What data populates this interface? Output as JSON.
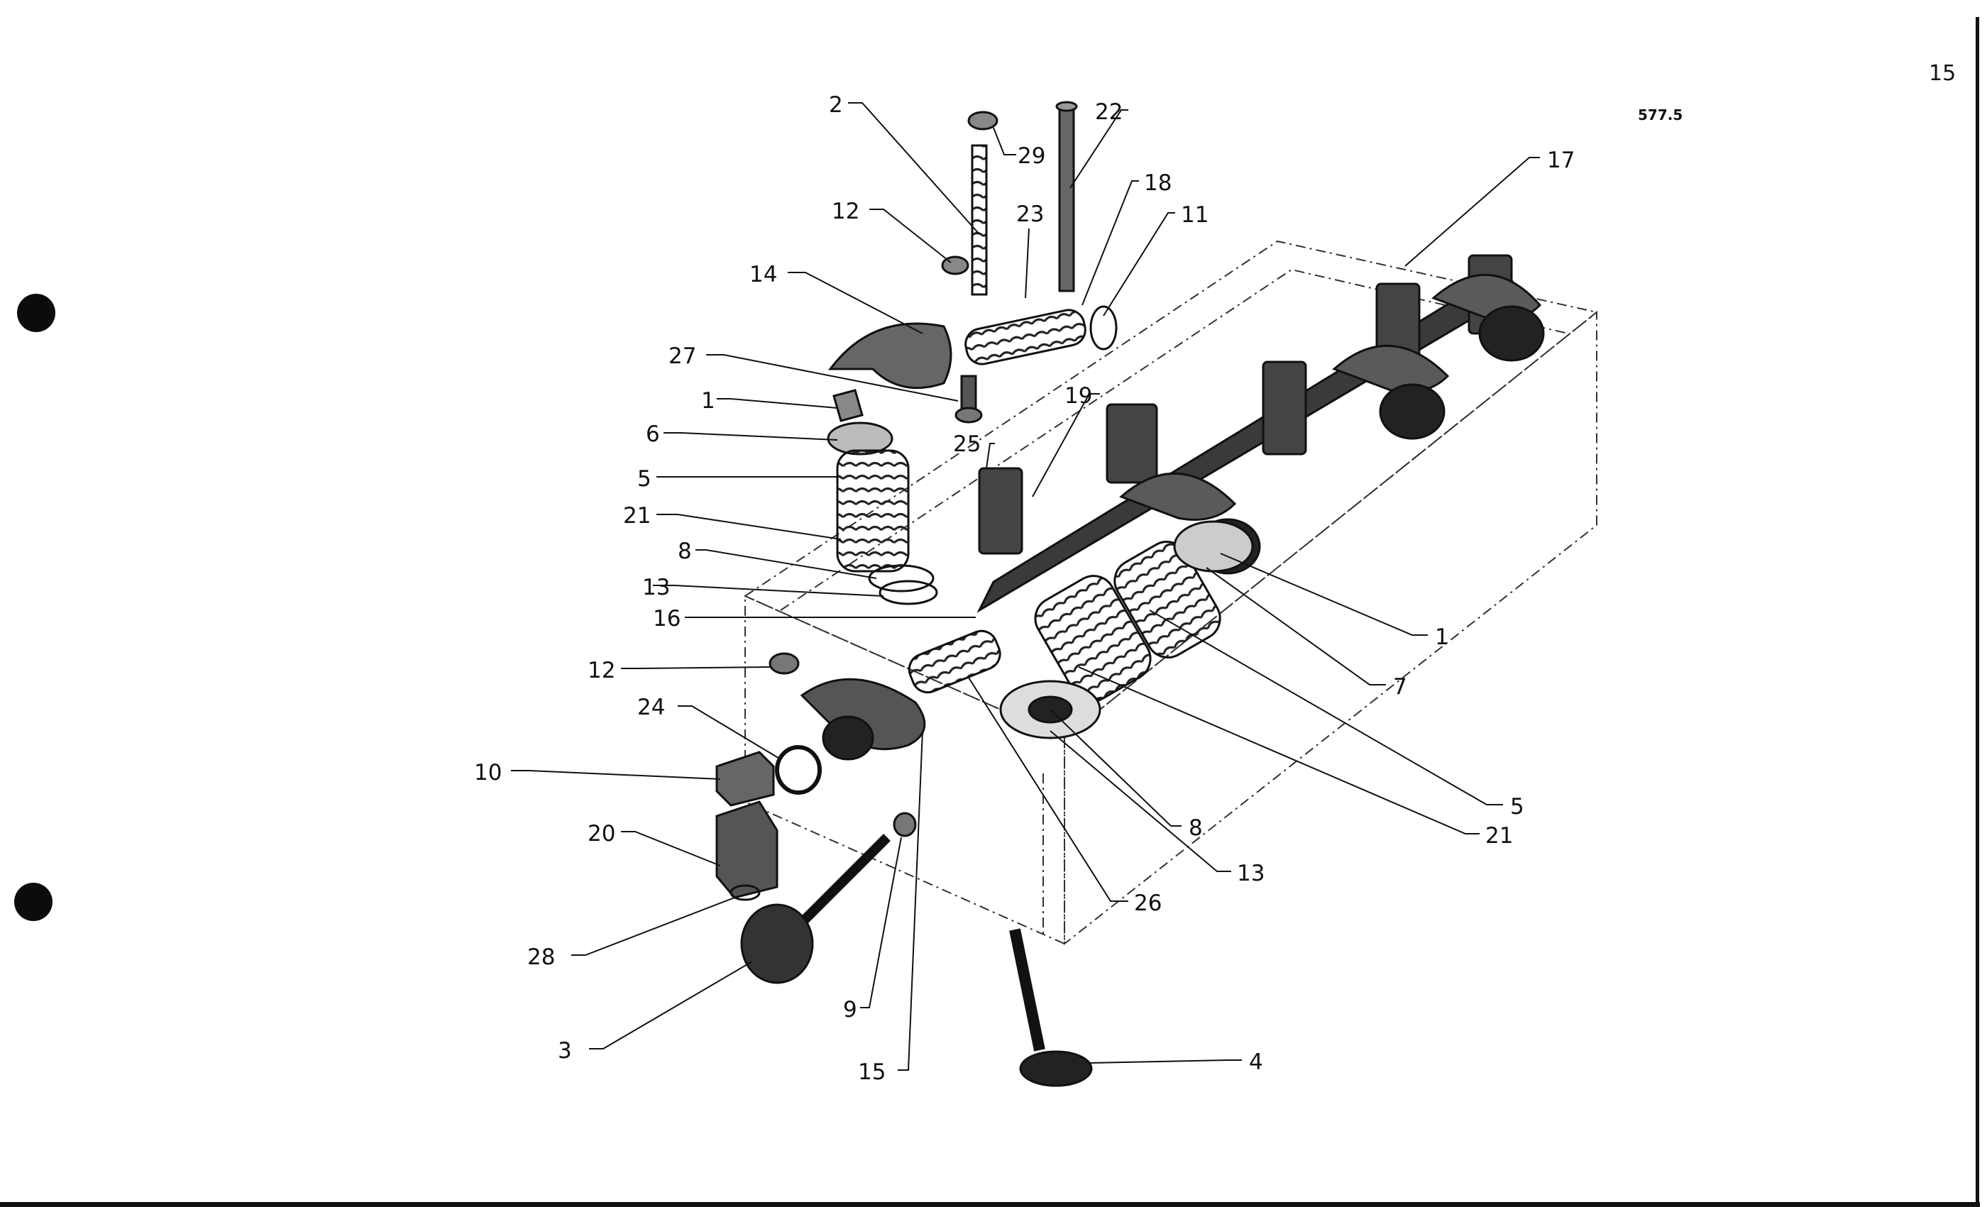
{
  "page": {
    "number": "15",
    "figure_code": "577.5"
  },
  "callouts": [
    {
      "id": "c2",
      "text": "2"
    },
    {
      "id": "c29",
      "text": "29"
    },
    {
      "id": "c22",
      "text": "22"
    },
    {
      "id": "c12a",
      "text": "12"
    },
    {
      "id": "c23",
      "text": "23"
    },
    {
      "id": "c18",
      "text": "18"
    },
    {
      "id": "c11",
      "text": "11"
    },
    {
      "id": "c17",
      "text": "17"
    },
    {
      "id": "c14",
      "text": "14"
    },
    {
      "id": "c27",
      "text": "27"
    },
    {
      "id": "c1a",
      "text": "1"
    },
    {
      "id": "c19",
      "text": "19"
    },
    {
      "id": "c6",
      "text": "6"
    },
    {
      "id": "c25",
      "text": "25"
    },
    {
      "id": "c5a",
      "text": "5"
    },
    {
      "id": "c21a",
      "text": "21"
    },
    {
      "id": "c8a",
      "text": "8"
    },
    {
      "id": "c13a",
      "text": "13"
    },
    {
      "id": "c16",
      "text": "16"
    },
    {
      "id": "c12b",
      "text": "12"
    },
    {
      "id": "c24",
      "text": "24"
    },
    {
      "id": "c10",
      "text": "10"
    },
    {
      "id": "c20",
      "text": "20"
    },
    {
      "id": "c28",
      "text": "28"
    },
    {
      "id": "c3",
      "text": "3"
    },
    {
      "id": "c9",
      "text": "9"
    },
    {
      "id": "c15",
      "text": "15"
    },
    {
      "id": "c4",
      "text": "4"
    },
    {
      "id": "c1b",
      "text": "1"
    },
    {
      "id": "c7",
      "text": "7"
    },
    {
      "id": "c5b",
      "text": "5"
    },
    {
      "id": "c21b",
      "text": "21"
    },
    {
      "id": "c8b",
      "text": "8"
    },
    {
      "id": "c13b",
      "text": "13"
    },
    {
      "id": "c26",
      "text": "26"
    }
  ]
}
